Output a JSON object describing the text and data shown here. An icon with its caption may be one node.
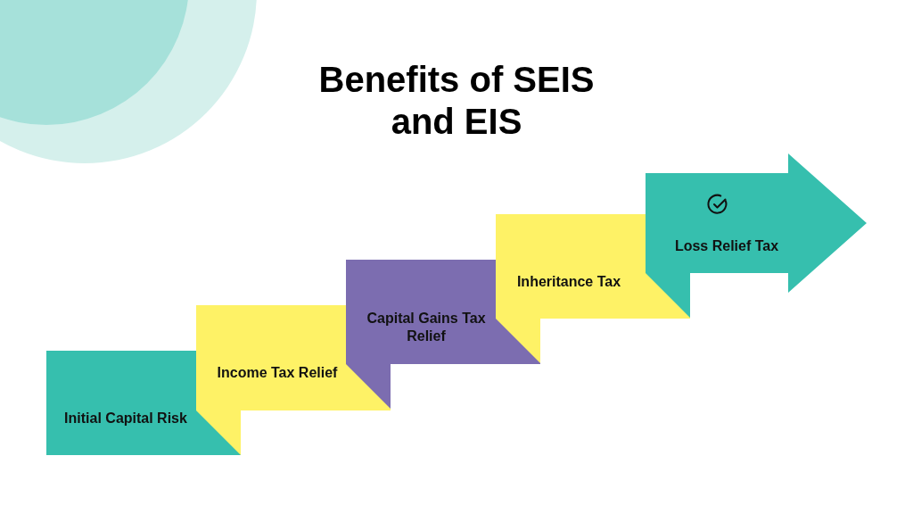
{
  "diagram": {
    "title": "Benefits of SEIS and EIS",
    "nodes": [
      {
        "text": [
          "Initial Capital Risk"
        ]
      },
      {
        "text": [
          "Income Tax Relief"
        ]
      },
      {
        "text": [
          "Capital Gains Tax Relief"
        ]
      },
      {
        "text": [
          "Inheritance Tax"
        ]
      },
      {
        "text": [
          "Loss Relief Tax"
        ]
      }
    ]
  }
}
